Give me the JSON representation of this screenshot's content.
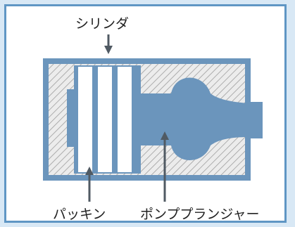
{
  "labels": {
    "cylinder": "シリンダ",
    "packing": "パッキン",
    "plunger": "ポンププランジャー"
  },
  "colors": {
    "frame_border": "#5f96c4",
    "background": "#d8e8f5",
    "part_fill": "#6b95bc",
    "hatch_bg": "#ececec",
    "hatch_line": "#9e9e9e",
    "arrow": "#505a63",
    "text": "#222222"
  }
}
